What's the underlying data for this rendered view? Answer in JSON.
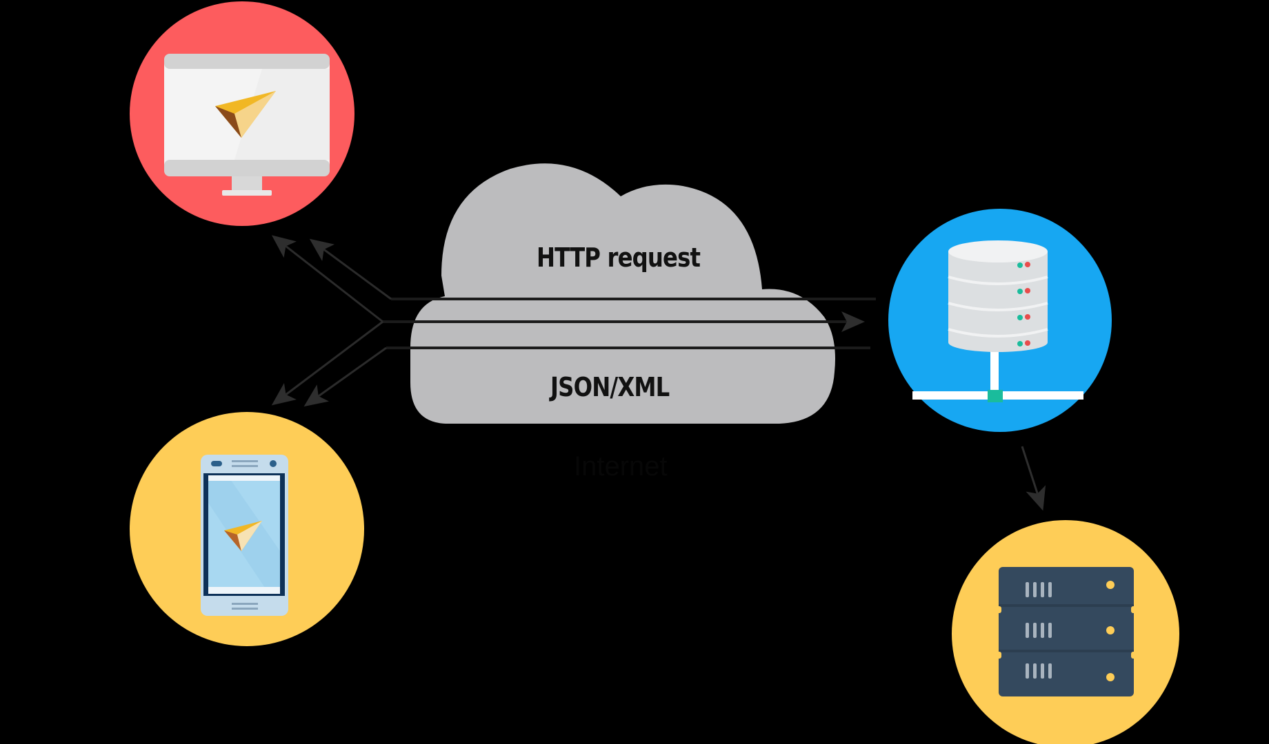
{
  "diagram": {
    "title": "",
    "cloud": {
      "top_label": "HTTP request",
      "bottom_label": "JSON/XML",
      "caption": "Internet"
    },
    "nodes": [
      {
        "id": "desktop",
        "icon": "desktop-monitor-icon",
        "circle_color": "#fd5c5e",
        "label": ""
      },
      {
        "id": "mobile",
        "icon": "smartphone-icon",
        "circle_color": "#fecd57",
        "label": ""
      },
      {
        "id": "web-server",
        "icon": "database-icon",
        "circle_color": "#17a7f2",
        "label": ""
      },
      {
        "id": "db-server",
        "icon": "server-rack-icon",
        "circle_color": "#fecd57",
        "label": ""
      }
    ],
    "colors": {
      "background": "#000000",
      "cloud": "#bcbcbe",
      "line": "#1a1a1a",
      "arrow": "#2b2b2b",
      "rack": "#34495e",
      "accent_teal": "#1abc9c",
      "accent_red": "#e84c4c",
      "cursor_gold": "#e8b02a"
    }
  }
}
